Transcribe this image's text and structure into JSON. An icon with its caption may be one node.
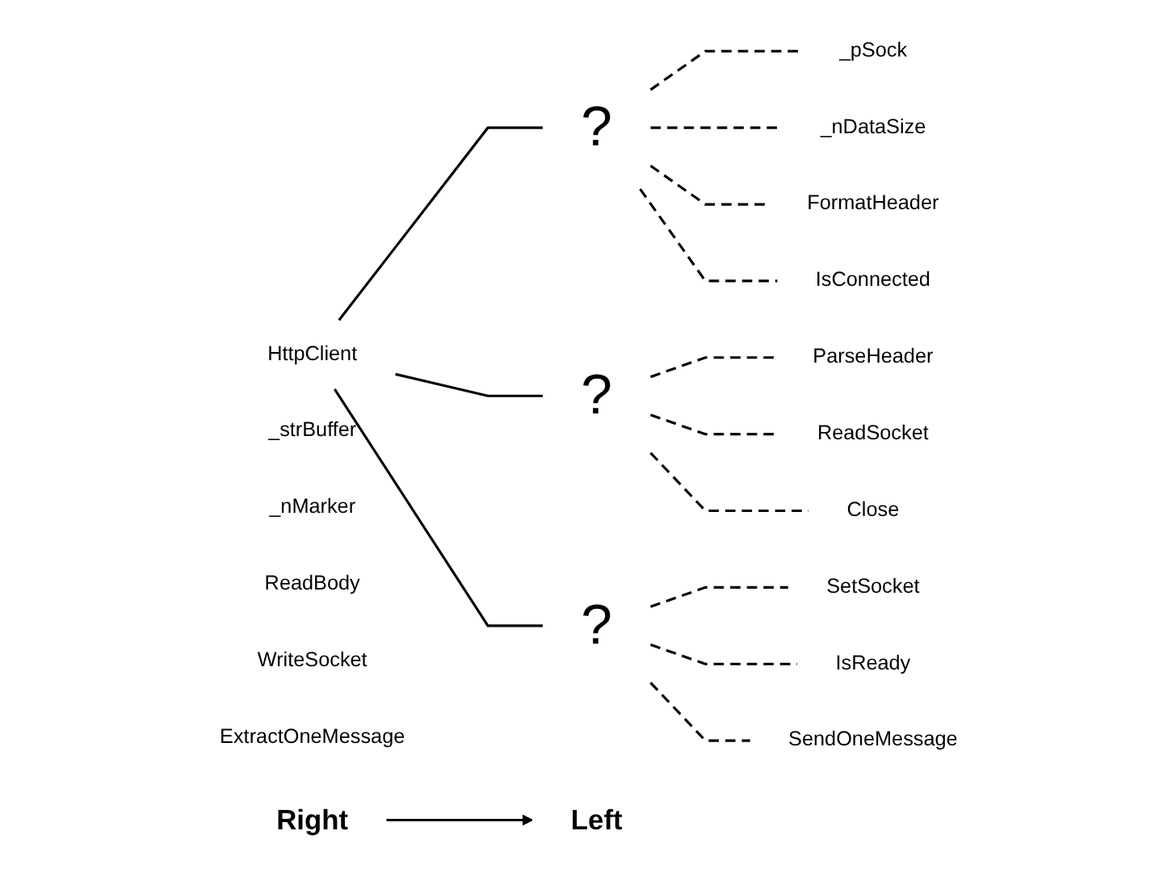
{
  "diagram": {
    "nodes": [
      {
        "text": [
          "HttpClient"
        ]
      },
      {
        "text": [
          "?"
        ]
      },
      {
        "text": [
          "?"
        ]
      },
      {
        "text": [
          "?"
        ]
      },
      {
        "text": [
          "_pSock"
        ]
      },
      {
        "text": [
          "_strBuffer"
        ]
      },
      {
        "text": [
          "_nMarker"
        ]
      },
      {
        "text": [
          "_nDataSize"
        ]
      },
      {
        "text": [
          "ParseHeader"
        ]
      },
      {
        "text": [
          "ReadBody"
        ]
      },
      {
        "text": [
          "FormatHeader"
        ]
      },
      {
        "text": [
          "SetSocket"
        ]
      },
      {
        "text": [
          "IsConnected"
        ]
      },
      {
        "text": [
          "ReadSocket"
        ]
      },
      {
        "text": [
          "WriteSocket"
        ]
      },
      {
        "text": [
          "Close"
        ]
      },
      {
        "text": [
          "IsReady"
        ]
      },
      {
        "text": [
          "ExtractOneMessage"
        ]
      },
      {
        "text": [
          "SendOneMessage"
        ]
      },
      {
        "text": [
          "Left"
        ]
      },
      {
        "text": [
          "Right"
        ]
      }
    ],
    "edges": [
      {
        "from": 0,
        "to": 1,
        "arrow": "none"
      },
      {
        "from": 0,
        "to": 2,
        "arrow": "none"
      },
      {
        "from": 0,
        "to": 3,
        "arrow": "none"
      },
      {
        "from": 1,
        "to": 4,
        "arrow": "none",
        "style": "dashed"
      },
      {
        "from": 1,
        "to": 7,
        "arrow": "none",
        "style": "dashed"
      },
      {
        "from": 1,
        "to": 10,
        "arrow": "none",
        "style": "dashed"
      },
      {
        "from": 1,
        "to": 12,
        "arrow": "none",
        "style": "dashed"
      },
      {
        "from": 2,
        "to": 8,
        "arrow": "none",
        "style": "dashed"
      },
      {
        "from": 2,
        "to": 13,
        "arrow": "none",
        "style": "dashed"
      },
      {
        "from": 2,
        "to": 15,
        "arrow": "none",
        "style": "dashed"
      },
      {
        "from": 3,
        "to": 11,
        "arrow": "none",
        "style": "dashed"
      },
      {
        "from": 3,
        "to": 16,
        "arrow": "none",
        "style": "dashed"
      },
      {
        "from": 3,
        "to": 18,
        "arrow": "none",
        "style": "dashed"
      },
      {
        "from": 20,
        "to": 19,
        "arrow": "to"
      }
    ]
  }
}
